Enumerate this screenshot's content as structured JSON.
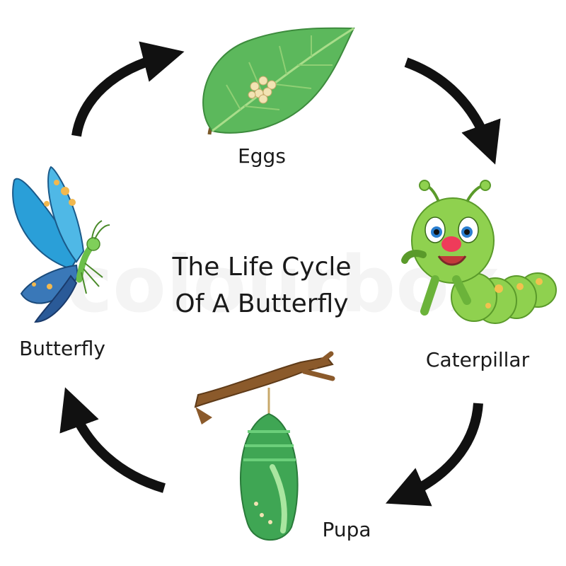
{
  "diagram": {
    "title_line_1": "The Life Cycle",
    "title_line_2": "Of A Butterfly",
    "stages": [
      {
        "key": "eggs",
        "label": "Eggs",
        "icon": "leaf-with-eggs-icon"
      },
      {
        "key": "caterpillar",
        "label": "Caterpillar",
        "icon": "caterpillar-icon"
      },
      {
        "key": "pupa",
        "label": "Pupa",
        "icon": "chrysalis-on-branch-icon"
      },
      {
        "key": "butterfly",
        "label": "Butterfly",
        "icon": "butterfly-icon"
      }
    ],
    "watermark": "colourbox",
    "colors": {
      "leaf": "#5cb85c",
      "caterpillar": "#8fd14f",
      "pupa": "#3fa654",
      "butterfly_wing": "#2a9fd8",
      "arrow": "#111111"
    }
  }
}
